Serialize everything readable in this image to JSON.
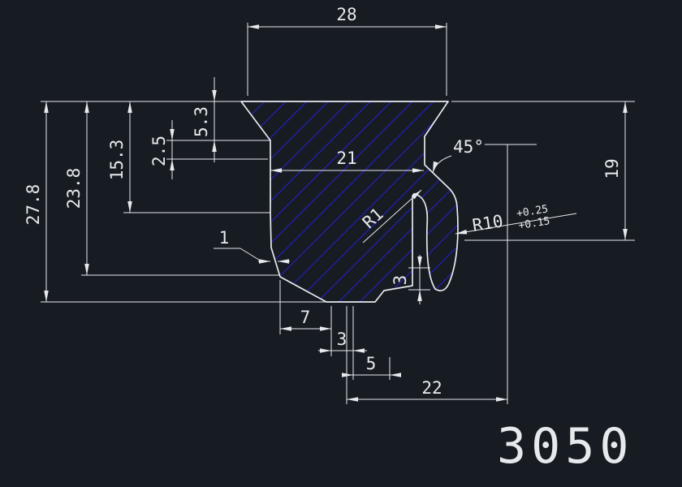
{
  "colors": {
    "background": "#171B22",
    "line": "#E7EAED",
    "hatch": "#2424C8"
  },
  "drawing_number": "3050",
  "dims": {
    "width_top": "28",
    "width_inner": "21",
    "chamfer_angle": "45°",
    "height_right": "19",
    "h_total": "27.8",
    "h_23_8": "23.8",
    "h_15_3": "15.3",
    "h_2_5": "2.5",
    "h_5_3": "5.3",
    "offset_1": "1",
    "radius_r1": "R1",
    "radius_r10": "R10",
    "r10_tol_up": "+0.25",
    "r10_tol_low": "+0.15",
    "step_3": "3",
    "w_7": "7",
    "w_3": "3",
    "w_5": "5",
    "w_22": "22"
  }
}
